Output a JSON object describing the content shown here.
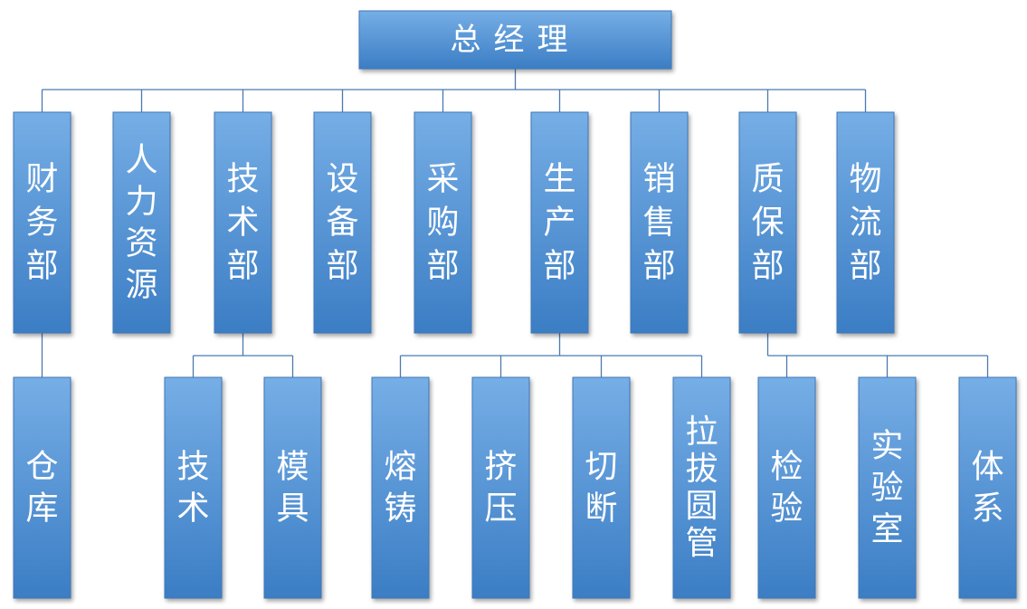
{
  "root": {
    "id": "gm",
    "label": "总经理"
  },
  "departments": [
    {
      "id": "finance",
      "label": "财务部",
      "children": [
        {
          "id": "warehouse",
          "label": "仓库"
        }
      ]
    },
    {
      "id": "hr",
      "label": "人力资源",
      "children": []
    },
    {
      "id": "tech",
      "label": "技术部",
      "children": [
        {
          "id": "tech2",
          "label": "技术"
        },
        {
          "id": "mold",
          "label": "模具"
        }
      ]
    },
    {
      "id": "equipment",
      "label": "设备部",
      "children": []
    },
    {
      "id": "purchase",
      "label": "采购部",
      "children": []
    },
    {
      "id": "production",
      "label": "生产部",
      "children": [
        {
          "id": "casting",
          "label": "熔铸"
        },
        {
          "id": "extrusion",
          "label": "挤压"
        },
        {
          "id": "cutting",
          "label": "切断"
        },
        {
          "id": "drawing",
          "label": "拉拔圆管"
        }
      ]
    },
    {
      "id": "sales",
      "label": "销售部",
      "children": []
    },
    {
      "id": "qa",
      "label": "质保部",
      "children": [
        {
          "id": "inspection",
          "label": "检验"
        },
        {
          "id": "lab",
          "label": "实验室"
        },
        {
          "id": "system",
          "label": "体系"
        }
      ]
    },
    {
      "id": "logistics",
      "label": "物流部",
      "children": []
    }
  ],
  "colors": {
    "box_top": "#76aee6",
    "box_bottom": "#3b7dc4",
    "box_border": "#3f78b8",
    "connector": "#4a7ab0",
    "text": "#ffffff"
  }
}
